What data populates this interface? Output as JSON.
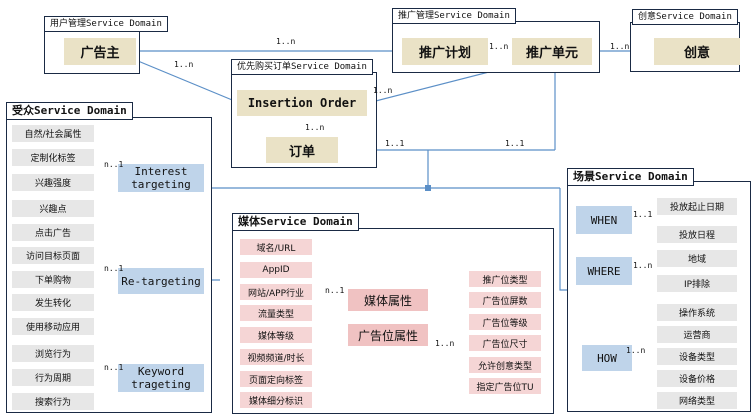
{
  "domains": {
    "user": "用户管理Service Domain",
    "promo": "推广管理Service  Domain",
    "creative": "创意Service  Domain",
    "order": "优先购买订单Service Domain",
    "audience": "受众Service Domain",
    "media": "媒体Service Domain",
    "scene": "场景Service Domain"
  },
  "core": {
    "advertiser": "广告主",
    "plan": "推广计划",
    "unit": "推广单元",
    "creative": "创意",
    "insertion_order": "Insertion Order",
    "order": "订单"
  },
  "audience": {
    "groups": [
      {
        "label": "Interest targeting",
        "items": [
          "自然/社会属性",
          "定制化标签",
          "兴趣强度",
          "兴趣点"
        ]
      },
      {
        "label": "Re-targeting",
        "items": [
          "点击广告",
          "访问目标页面",
          "下单购物",
          "发生转化",
          "使用移动应用"
        ]
      },
      {
        "label": "Keyword trageting",
        "items": [
          "浏览行为",
          "行为周期",
          "搜索行为"
        ]
      }
    ]
  },
  "media": {
    "items": [
      "域名/URL",
      "AppID",
      "网站/APP行业",
      "流量类型",
      "媒体等级",
      "视频频道/时长",
      "页面定向标签",
      "媒体细分标识"
    ],
    "attr": "媒体属性",
    "slot_attr": "广告位属性",
    "slot_items": [
      "推广位类型",
      "广告位屏数",
      "广告位等级",
      "广告位尺寸",
      "允许创意类型",
      "指定广告位TU"
    ]
  },
  "scene": {
    "when": "WHEN",
    "when_items": [
      "投放起止日期",
      "投放日程"
    ],
    "where": "WHERE",
    "where_items": [
      "地域",
      "IP排除"
    ],
    "how": "HOW",
    "how_items": [
      "操作系统",
      "运营商",
      "设备类型",
      "设备价格",
      "网络类型"
    ]
  },
  "labels": {
    "one_n": "1..n",
    "one_one": "1..1",
    "n_one": "n..1"
  },
  "colors": {
    "tan": "#eae2c6",
    "gray": "#e7e7e7",
    "blue": "#bfd4ea",
    "pink": "#f5d5d5",
    "line": "#5b8fc7"
  }
}
